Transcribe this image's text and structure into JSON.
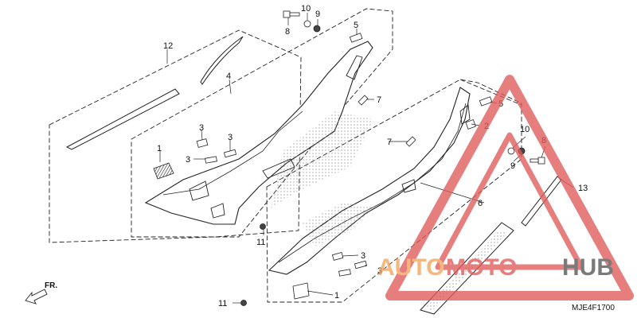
{
  "diagram": {
    "code": "MJE4F1700",
    "front_marker": "FR.",
    "callouts": [
      "1",
      "2",
      "3",
      "4",
      "5",
      "6",
      "7",
      "8",
      "9",
      "10",
      "11",
      "12",
      "13"
    ]
  },
  "watermark": {
    "part1": "AUTO",
    "part2": "MOTO",
    "part3": "HUB",
    "color_red": "#e05a5a",
    "color_orange": "#f2a35a",
    "color_gray": "#555555"
  }
}
